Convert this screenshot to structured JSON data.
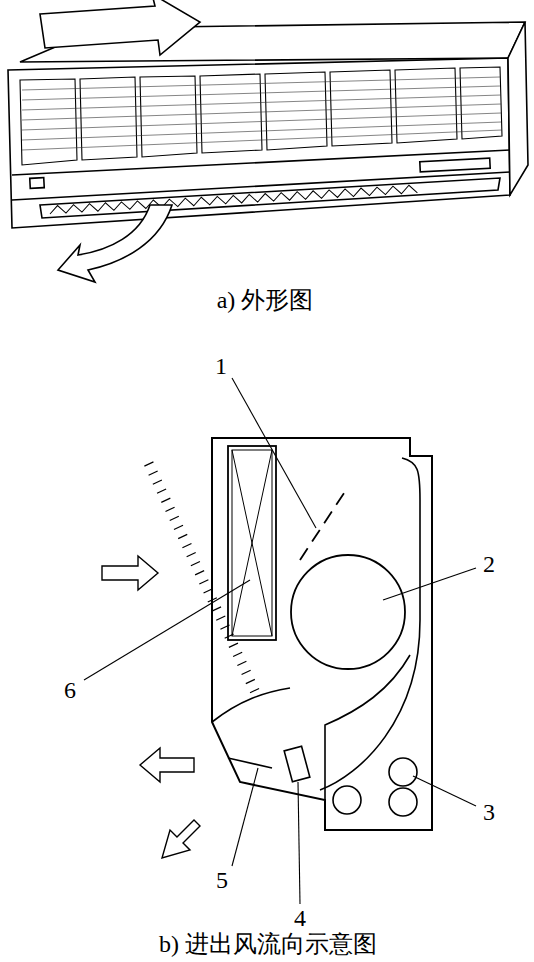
{
  "diagram": {
    "labels": [
      "a) 外形图",
      "1",
      "2",
      "6",
      "5",
      "3",
      "4",
      "b) 进出风流向示意图"
    ]
  }
}
